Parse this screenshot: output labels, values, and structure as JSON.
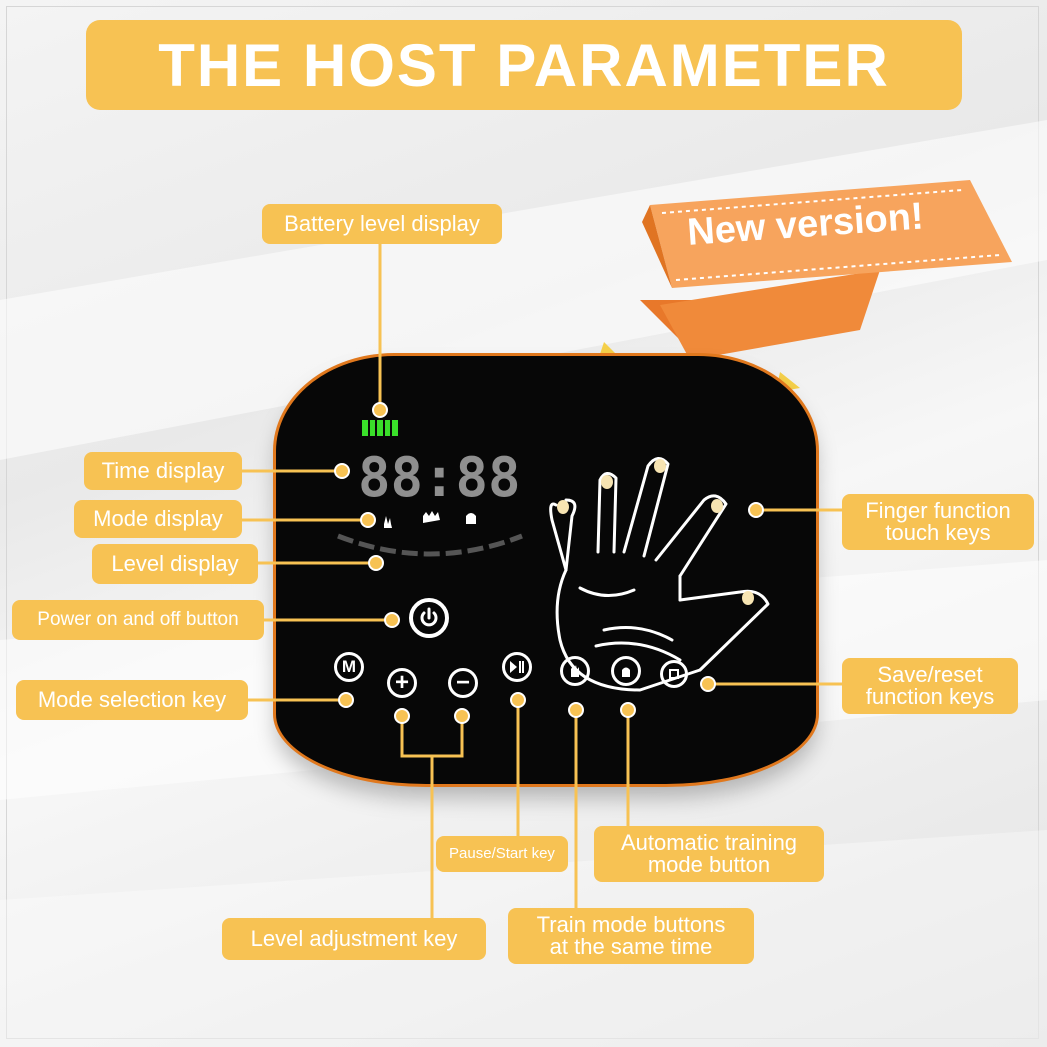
{
  "title": "THE HOST PARAMETER",
  "ribbon": "New version!",
  "time_display_value": "88:88",
  "callouts": {
    "battery": "Battery level display",
    "time": "Time display",
    "mode": "Mode display",
    "level": "Level display",
    "power": "Power on and off button",
    "mode_select": "Mode selection key",
    "finger_line1": "Finger function",
    "finger_line2": "touch keys",
    "save_line1": "Save/reset",
    "save_line2": "function keys",
    "pause": "Pause/Start key",
    "auto_line1": "Automatic training",
    "auto_line2": "mode button",
    "level_adj": "Level adjustment key",
    "train_line1": "Train mode buttons",
    "train_line2": "at the same time"
  },
  "buttons": {
    "mode": "M",
    "plus": "+",
    "minus": "−"
  },
  "colors": {
    "callout": "#f7c253",
    "ribbon": "#f79a4b",
    "battery": "#3adf2a",
    "device": "#070707"
  }
}
